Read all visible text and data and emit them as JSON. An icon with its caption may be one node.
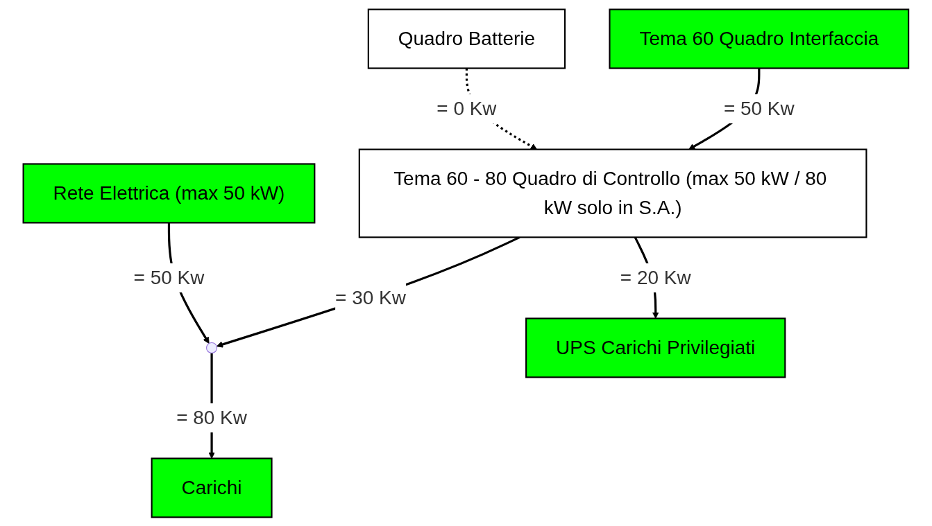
{
  "diagram": {
    "nodes": [
      {
        "text": [
          "Quadro Batterie"
        ]
      },
      {
        "text": [
          "Tema 60 Quadro Interfaccia"
        ]
      },
      {
        "text": [
          "Rete Elettrica (max 50 kW)"
        ]
      },
      {
        "text": [
          "Tema 60 - 80 Quadro di Controllo (max 50 kW / 80 kW solo in S.A.)"
        ]
      },
      {
        "text": [],
        "shape": "point"
      },
      {
        "text": [
          "UPS Carichi Privilegiati"
        ]
      },
      {
        "text": [
          "Carichi"
        ]
      }
    ],
    "edges": [
      {
        "from": 0,
        "to": 3,
        "arrow": "to",
        "label": "= 0 Kw",
        "style": "dashed"
      },
      {
        "from": 1,
        "to": 3,
        "arrow": "to",
        "label": "= 50 Kw"
      },
      {
        "from": 2,
        "to": 4,
        "arrow": "to",
        "label": "= 50 Kw"
      },
      {
        "from": 3,
        "to": 4,
        "arrow": "to",
        "label": "= 30 Kw"
      },
      {
        "from": 3,
        "to": 5,
        "arrow": "to",
        "label": "= 20 Kw"
      },
      {
        "from": 4,
        "to": 6,
        "arrow": "to",
        "label": "= 80 Kw"
      }
    ]
  }
}
